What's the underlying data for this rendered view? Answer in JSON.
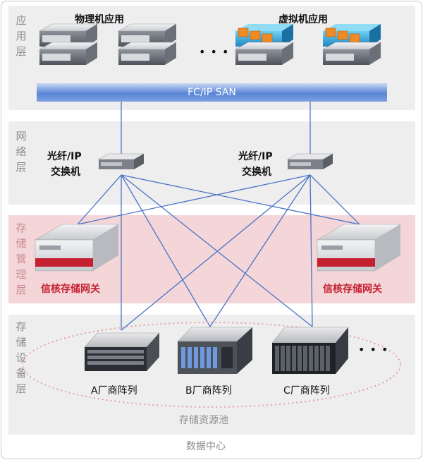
{
  "layers": {
    "app": "应用层",
    "net": "网络层",
    "mgmt": "存储管理层",
    "dev": "存储设备层"
  },
  "app_layer": {
    "physical_label": "物理机应用",
    "virtual_label": "虚拟机应用",
    "ellipsis": "• • •",
    "san_label": "FC/IP SAN"
  },
  "network_layer": {
    "switch_left_line1": "光纤/IP",
    "switch_left_line2": "交换机",
    "switch_right_line1": "光纤/IP",
    "switch_right_line2": "交换机"
  },
  "mgmt_layer": {
    "gateway_left": "信核存储网关",
    "gateway_right": "信核存储网关"
  },
  "device_layer": {
    "array_a": "A厂商阵列",
    "array_b": "B厂商阵列",
    "array_c": "C厂商阵列",
    "ellipsis": "• • •",
    "pool_label": "存储资源池"
  },
  "footer": "数据中心",
  "colors": {
    "wire": "#4a73c8",
    "gateway_accent": "#c42032",
    "san_bar": "#5a86d6",
    "pool_ring": "#e8a0a6",
    "vm_block": "#f08a24",
    "vm_base": "#2fa7d8"
  }
}
